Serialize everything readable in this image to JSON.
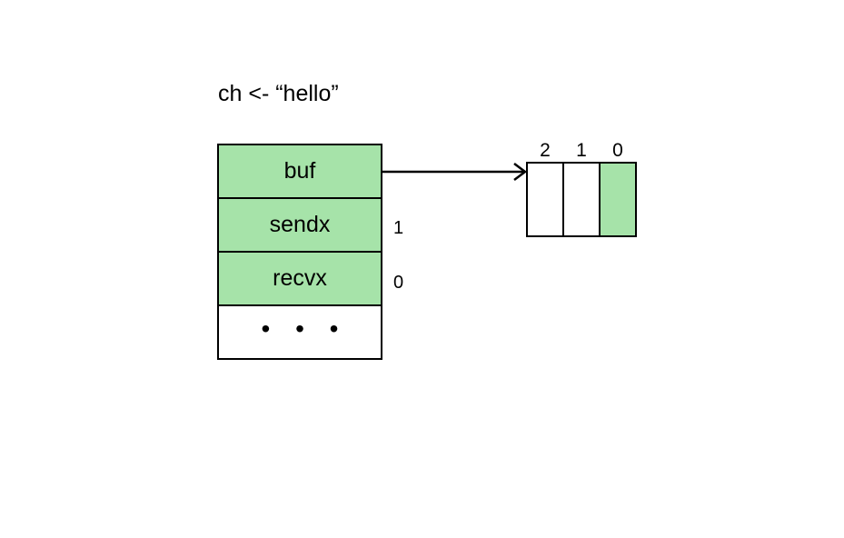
{
  "code_line": "ch <- “hello”",
  "struct": {
    "fields": [
      {
        "label": "buf",
        "filled": true
      },
      {
        "label": "sendx",
        "filled": true
      },
      {
        "label": "recvx",
        "filled": true
      },
      {
        "label": "• • •",
        "filled": false
      }
    ],
    "values": {
      "sendx": "1",
      "recvx": "0"
    }
  },
  "buffer": {
    "indices": [
      "2",
      "1",
      "0"
    ],
    "slots_filled": [
      false,
      false,
      true
    ]
  },
  "colors": {
    "fill": "#a6e3a9",
    "stroke": "#000000",
    "background": "#ffffff"
  }
}
